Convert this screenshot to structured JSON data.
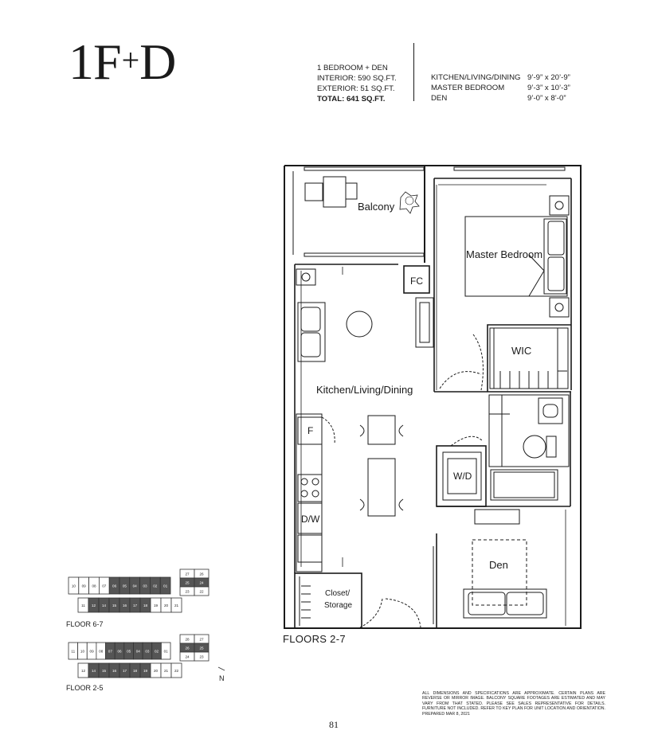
{
  "unit": {
    "name": "1F",
    "plus": "+",
    "suffix": "D"
  },
  "specs": {
    "type": "1 BEDROOM + DEN",
    "interior": "INTERIOR: 590 SQ.FT.",
    "exterior": "EXTERIOR: 51 SQ.FT.",
    "total": "TOTAL: 641 SQ.FT."
  },
  "dimensions": [
    {
      "room": "KITCHEN/LIVING/DINING",
      "size": "9’-9” x 20’-9”"
    },
    {
      "room": "MASTER BEDROOM",
      "size": "9’-3” x 10’-3”"
    },
    {
      "room": "DEN",
      "size": "9’-0” x 8’-0”"
    }
  ],
  "rooms": {
    "balcony": "Balcony",
    "master_bedroom": "Master Bedroom",
    "fc": "FC",
    "wic": "WIC",
    "kld": "Kitchen/Living/Dining",
    "fridge": "F",
    "wd": "W/D",
    "dw": "D/W",
    "den": "Den",
    "closet_line1": "Closet/",
    "closet_line2": "Storage"
  },
  "floors_label": "FLOORS 2-7",
  "keyplans": [
    {
      "label": "FLOOR 6-7",
      "top_units": [
        "10",
        "09",
        "08",
        "07",
        "06",
        "05",
        "04",
        "03",
        "02",
        "01"
      ],
      "bottom_units": [
        "11",
        "12",
        "14",
        "15",
        "16",
        "17",
        "18",
        "19",
        "20",
        "21"
      ],
      "right_units": [
        "27",
        "26",
        "25",
        "24",
        "23",
        "22"
      ]
    },
    {
      "label": "FLOOR 2-5",
      "top_units": [
        "11",
        "10",
        "09",
        "08",
        "07",
        "06",
        "05",
        "04",
        "03",
        "02",
        "01"
      ],
      "bottom_units": [
        "12",
        "14",
        "15",
        "16",
        "17",
        "18",
        "19",
        "20",
        "21",
        "22"
      ],
      "right_units": [
        "28",
        "27",
        "26",
        "25",
        "24",
        "23"
      ]
    }
  ],
  "north_label": "N",
  "disclaimer": "ALL DIMENSIONS AND SPECIFICATIONS ARE APPROXIMATE. CERTAIN PLANS ARE REVERSE OR MIRROR IMAGE. BALCONY SQUARE FOOTAGES ARE ESTIMATED AND MAY VARY FROM THAT STATED. PLEASE SEE SALES REPRESENTATIVE FOR DETAILS. FURNITURE NOT INCLUDED. REFER TO KEY PLAN FOR UNIT LOCATION AND ORIENTATION. PREPARED MAR 8, 2021",
  "page_number": "81",
  "colors": {
    "ink": "#1a1a1a",
    "highlight_unit": "#555555",
    "keyplan_fill": "#9a9a9a"
  }
}
